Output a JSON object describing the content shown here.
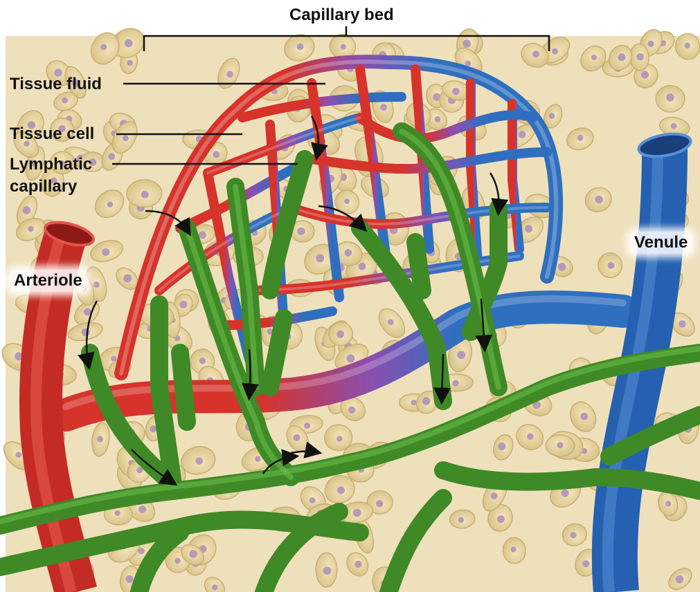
{
  "title": "Capillary bed",
  "labels": {
    "tissue_fluid": "Tissue fluid",
    "tissue_cell": "Tissue cell",
    "lymphatic_capillary_line1": "Lymphatic",
    "lymphatic_capillary_line2": "capillary",
    "arteriole": "Arteriole",
    "venule": "Venule"
  },
  "colors": {
    "arteriole": "#d6332b",
    "venule": "#2f6fbf",
    "capillary_mix": "#8a4fb0",
    "lymphatic": "#4c9a2e",
    "tissue_cell": "#e3d19b",
    "cell_nucleus": "#b59ab8",
    "background": "#efe0bc"
  }
}
